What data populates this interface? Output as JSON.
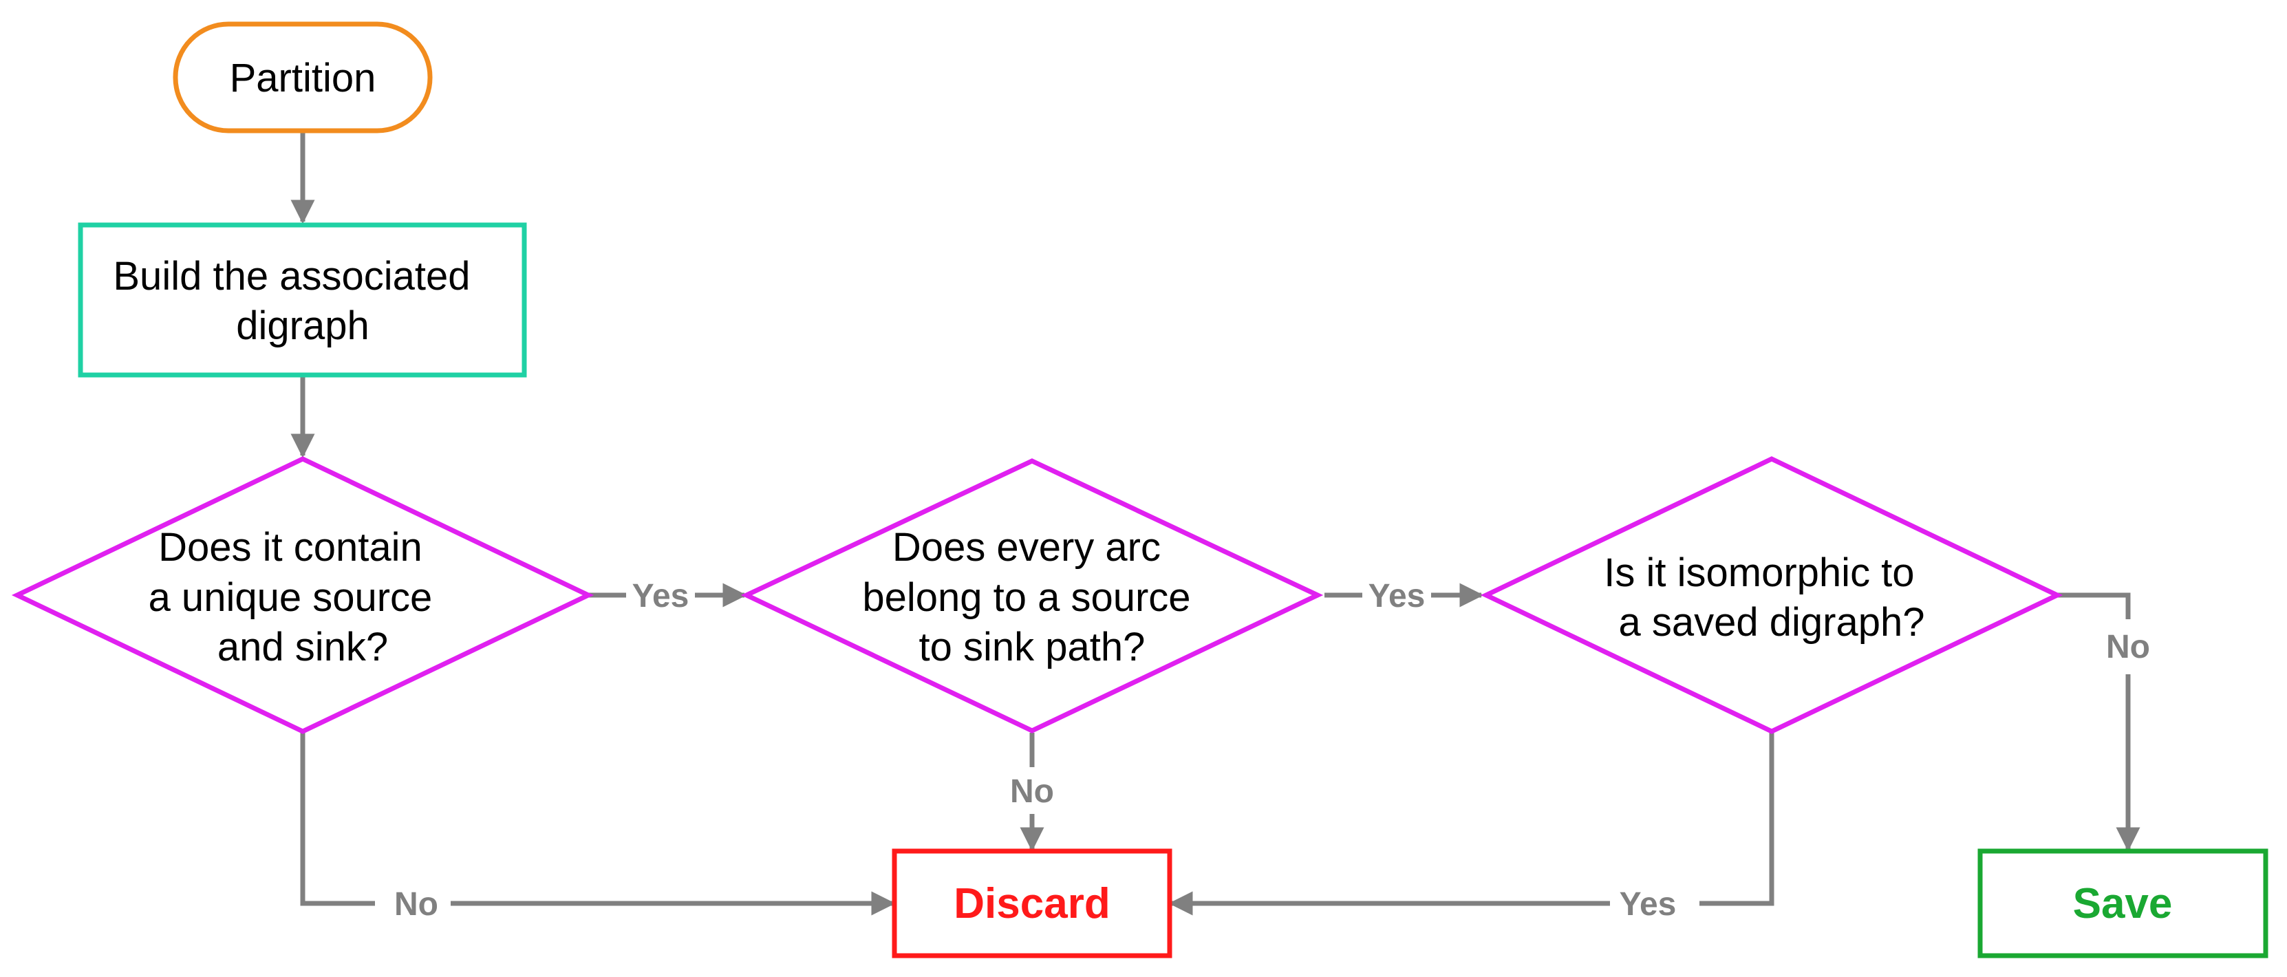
{
  "colors": {
    "start": "#f28c1e",
    "process": "#1fd1a4",
    "decision": "#e020f0",
    "discard": "#ff1a1a",
    "save": "#1aa832",
    "edge": "#808080",
    "text": "#000000"
  },
  "nodes": {
    "start": {
      "label": "Partition"
    },
    "build": {
      "lines": [
        "Build the associated",
        "digraph"
      ]
    },
    "decision1": {
      "lines": [
        "Does it contain",
        "a unique source",
        "and sink?"
      ]
    },
    "decision2": {
      "lines": [
        "Does every arc",
        "belong to a source",
        "to sink path?"
      ]
    },
    "decision3": {
      "lines": [
        "Is it isomorphic to",
        "a saved digraph?"
      ]
    },
    "discard": {
      "label": "Discard"
    },
    "save": {
      "label": "Save"
    }
  },
  "edges": {
    "d1_yes": "Yes",
    "d1_no": "No",
    "d2_yes": "Yes",
    "d2_no": "No",
    "d3_no": "No",
    "d3_yes": "Yes"
  }
}
